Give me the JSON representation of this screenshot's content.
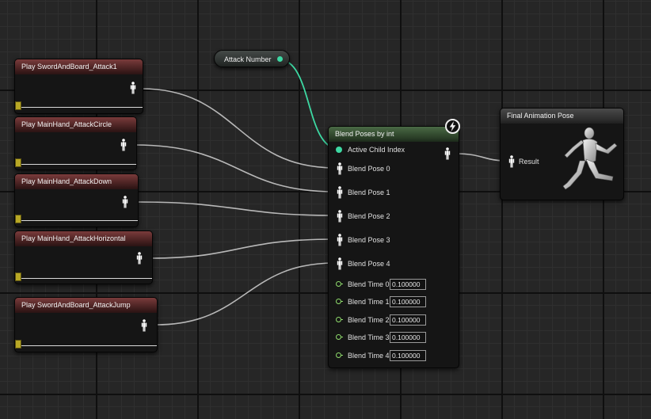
{
  "play_nodes": [
    {
      "title": "Play SwordAndBoard_Attack1"
    },
    {
      "title": "Play MainHand_AttackCircle"
    },
    {
      "title": "Play MainHand_AttackDown"
    },
    {
      "title": "Play MainHand_AttackHorizontal"
    },
    {
      "title": "Play SwordAndBoard_AttackJump"
    }
  ],
  "variable_node": {
    "label": "Attack Number"
  },
  "blend_node": {
    "title": "Blend Poses by int",
    "active_child_index_label": "Active Child Index",
    "blend_poses": [
      "Blend Pose 0",
      "Blend Pose 1",
      "Blend Pose 2",
      "Blend Pose 3",
      "Blend Pose 4"
    ],
    "blend_times": [
      {
        "label": "Blend Time 0",
        "value": "0.100000"
      },
      {
        "label": "Blend Time 1",
        "value": "0.100000"
      },
      {
        "label": "Blend Time 2",
        "value": "0.100000"
      },
      {
        "label": "Blend Time 3",
        "value": "0.100000"
      },
      {
        "label": "Blend Time 4",
        "value": "0.100000"
      }
    ]
  },
  "result_node": {
    "title": "Final Animation Pose",
    "result_label": "Result"
  },
  "colors": {
    "pose_wire": "#c8c8c8",
    "int_wire": "#3dd9a3",
    "float_pin": "#8fdb6c",
    "sequence_header": "#7a3b3b",
    "blend_header": "#4a6a45"
  }
}
